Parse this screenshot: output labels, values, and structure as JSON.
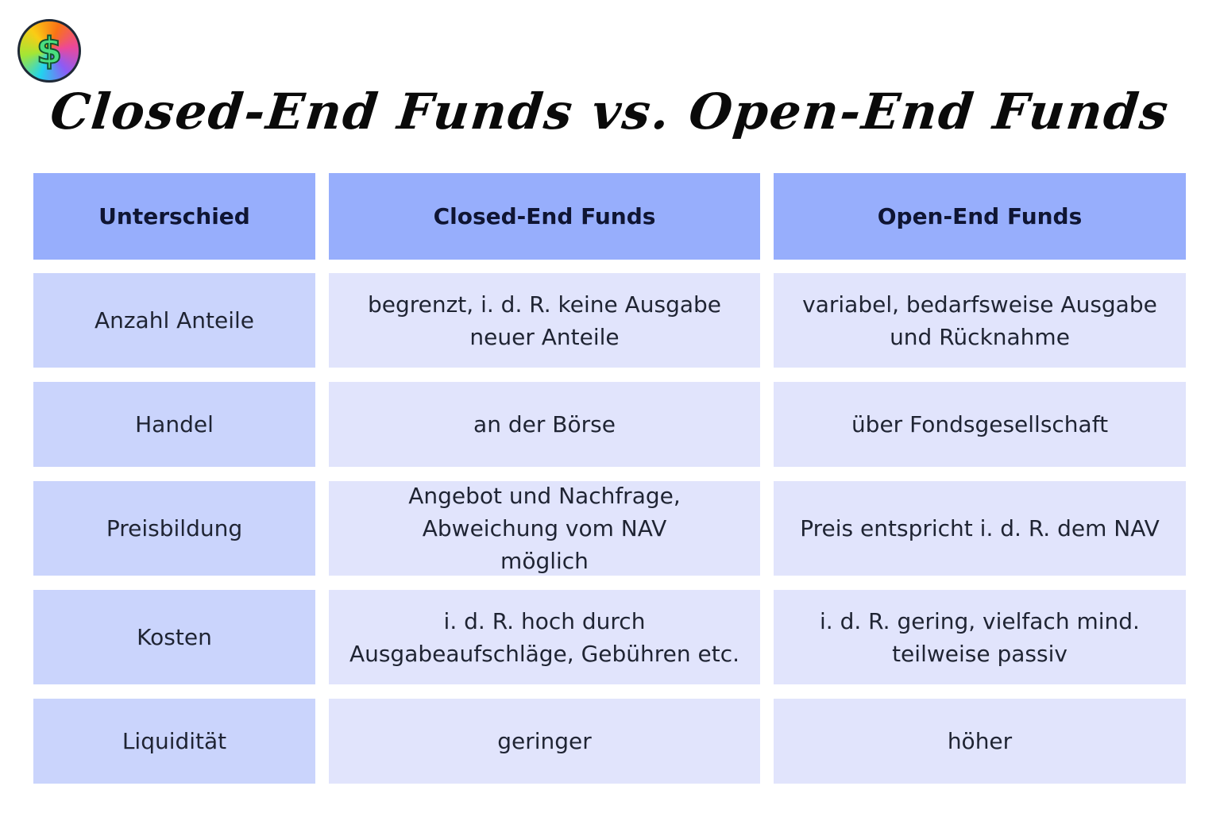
{
  "logo": {
    "icon": "dollar-plant-icon",
    "glyph": "$"
  },
  "title": "Closed-End Funds vs. Open-End Funds",
  "table": {
    "headers": [
      "Unterschied",
      "Closed-End Funds",
      "Open-End Funds"
    ],
    "rows": [
      {
        "label": "Anzahl Anteile",
        "closed": "begrenzt, i. d. R. keine Ausgabe neuer Anteile",
        "open": "variabel, bedarfsweise Ausgabe und Rücknahme"
      },
      {
        "label": "Handel",
        "closed": "an der Börse",
        "open": "über Fondsgesellschaft"
      },
      {
        "label": "Preisbildung",
        "closed": "Angebot und Nachfrage, Abweichung vom NAV möglich",
        "open": "Preis entspricht i. d. R. dem NAV"
      },
      {
        "label": "Kosten",
        "closed": "i. d. R. hoch durch Ausgabeaufschläge, Gebühren etc.",
        "open": "i. d. R. gering, vielfach mind. teilweise passiv"
      },
      {
        "label": "Liquidität",
        "closed": "geringer",
        "open": "höher"
      }
    ]
  },
  "colors": {
    "header": "#97aefc",
    "label": "#cad4fc",
    "value": "#e1e4fc"
  }
}
